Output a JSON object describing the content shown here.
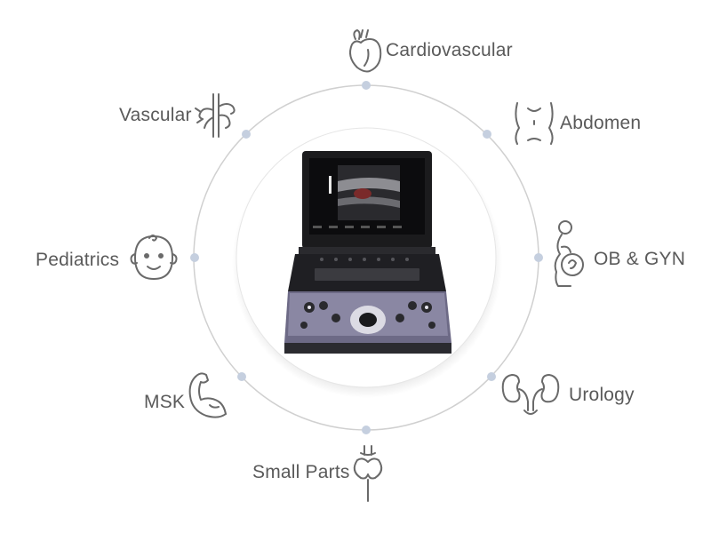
{
  "applications": [
    {
      "key": "cardiovascular",
      "label": "Cardiovascular",
      "icon": "heart-icon"
    },
    {
      "key": "abdomen",
      "label": "Abdomen",
      "icon": "abdomen-icon"
    },
    {
      "key": "obgyn",
      "label": "OB & GYN",
      "icon": "pregnancy-icon"
    },
    {
      "key": "urology",
      "label": "Urology",
      "icon": "kidneys-icon"
    },
    {
      "key": "small_parts",
      "label": "Small Parts",
      "icon": "thyroid-icon"
    },
    {
      "key": "msk",
      "label": "MSK",
      "icon": "muscle-arm-icon"
    },
    {
      "key": "pediatrics",
      "label": "Pediatrics",
      "icon": "baby-face-icon"
    },
    {
      "key": "vascular",
      "label": "Vascular",
      "icon": "vessels-icon"
    }
  ],
  "colors": {
    "ring": "#c9c9c9",
    "node": "#c5cfdf",
    "text": "#5a5a5a",
    "icon": "#6a6a6a",
    "device_body": "#6d6a86"
  }
}
